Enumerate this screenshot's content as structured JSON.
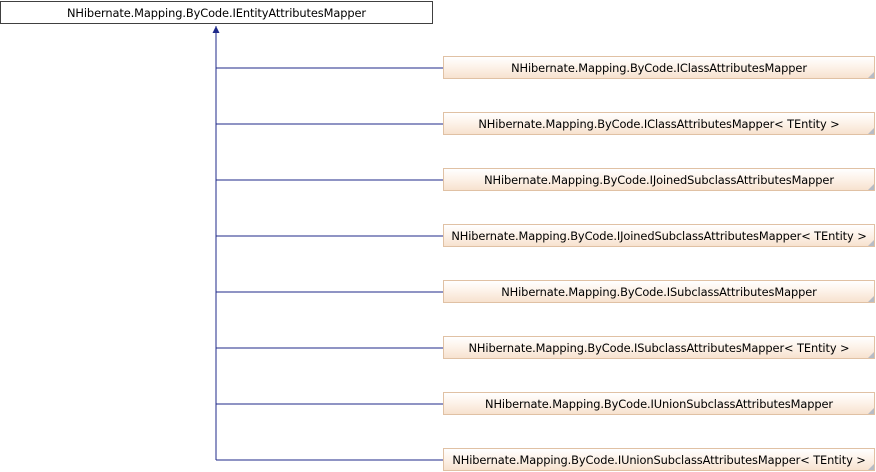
{
  "diagram": {
    "root": {
      "label": "NHibernate.Mapping.ByCode.IEntityAttributesMapper"
    },
    "children": [
      {
        "label": "NHibernate.Mapping.ByCode.IClassAttributesMapper"
      },
      {
        "label": "NHibernate.Mapping.ByCode.IClassAttributesMapper< TEntity >"
      },
      {
        "label": "NHibernate.Mapping.ByCode.IJoinedSubclassAttributesMapper"
      },
      {
        "label": "NHibernate.Mapping.ByCode.IJoinedSubclassAttributesMapper< TEntity >"
      },
      {
        "label": "NHibernate.Mapping.ByCode.ISubclassAttributesMapper"
      },
      {
        "label": "NHibernate.Mapping.ByCode.ISubclassAttributesMapper< TEntity >"
      },
      {
        "label": "NHibernate.Mapping.ByCode.IUnionSubclassAttributesMapper"
      },
      {
        "label": "NHibernate.Mapping.ByCode.IUnionSubclassAttributesMapper< TEntity >"
      }
    ],
    "colors": {
      "connector": "#1f2a8a",
      "root_border": "#404040",
      "child_border": "#e0c1a4",
      "child_fill_bottom": "#f7e2cf",
      "corner_fold": "#b7bcc6"
    }
  }
}
